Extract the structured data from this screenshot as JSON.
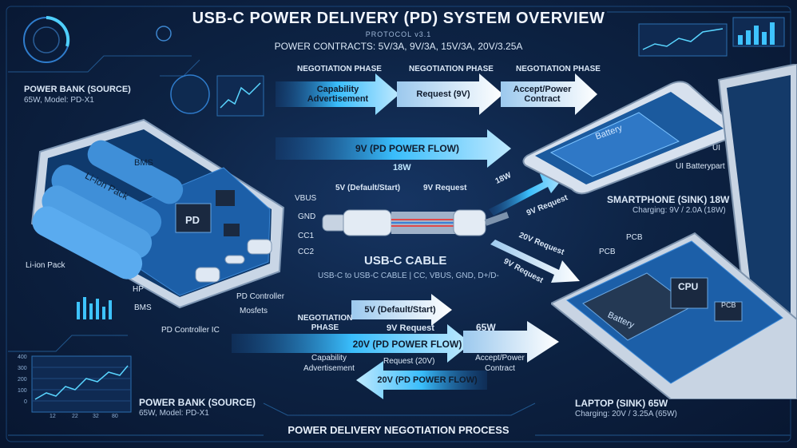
{
  "header": {
    "title": "USB-C POWER DELIVERY (PD) SYSTEM OVERVIEW",
    "protocol": "PROTOCOL v3.1",
    "contracts": "POWER CONTRACTS: 5V/3A, 9V/3A, 15V/3A, 20V/3.25A"
  },
  "phase_labels": {
    "phase1": "NEGOTIATION PHASE",
    "phase2": "NEGOTIATION PHASE",
    "phase3": "NEGOTIATION PHASE"
  },
  "top_flow": {
    "step1": "Capability Advertisement",
    "step2": "Request (9V)",
    "step3": "Accept/Power Contract",
    "power_flow": "9V (PD POWER FLOW)",
    "power_watts": "18W"
  },
  "power_bank": {
    "title": "POWER BANK (SOURCE)",
    "subtitle": "65W, Model: PD-X1",
    "bottom_title": "POWER BANK (SOURCE)",
    "bottom_subtitle": "65W, Model: PD-X1",
    "cell_label_1": "BMS",
    "cell_label_2": "Li-ion Pack",
    "chip_label": "PD",
    "label_li_ion": "Li-ion Pack",
    "label_bms": "BMS",
    "label_pd_controller": "PD Controller",
    "label_mosfets": "Mosfets",
    "label_pd_controller_ic": "PD Controller IC",
    "label_hp": "HP"
  },
  "pins": {
    "vbus": "VBUS",
    "gnd": "GND",
    "cc1": "CC1",
    "cc2": "CC2"
  },
  "cable": {
    "default_start": "5V (Default/Start)",
    "request": "9V Request",
    "title": "USB-C CABLE",
    "subtitle": "USB-C to USB-C CABLE | CC, VBUS, GND, D+/D-"
  },
  "smartphone": {
    "title": "SMARTPHONE (SINK) 18W",
    "subtitle": "Charging: 9V / 2.0A (18W)",
    "screen_label": "Battery",
    "label_ui": "UI",
    "label_ui_battery": "UI Batterypart",
    "arrow_watts": "18W",
    "arrow_request": "9V Request"
  },
  "laptop": {
    "title": "LAPTOP (SINK) 65W",
    "subtitle": "Charging: 20V / 3.25A (65W)",
    "battery": "Battery",
    "cpu": "CPU",
    "pcb_chip": "PCB",
    "label_pcb1": "PCB",
    "label_pcb2": "PCB",
    "arrow_20v_request": "20V Request",
    "arrow_9v_request": "9V Request"
  },
  "bottom_flow": {
    "default_start": "5V (Default/Start)",
    "negotiation_phase": "NEGOTIATION PHASE",
    "request_9v": "9V Request",
    "watts": "65W",
    "power_flow_20v": "20V (PD POWER FLOW)",
    "capability": "Capability Advertisement",
    "request_20v": "Request (20V)",
    "accept": "Accept/Power Contract",
    "return_flow": "20V (PD POWER FLOW)"
  },
  "mini_chart": {
    "y_ticks": [
      "400",
      "300",
      "200",
      "100",
      "0"
    ],
    "x_ticks": [
      "12",
      "22",
      "32",
      "80"
    ]
  },
  "footer": {
    "title": "POWER DELIVERY NEGOTIATION PROCESS"
  },
  "colors": {
    "background": "#0d2344",
    "accent_cyan": "#33c6ff",
    "arrow_white": "#eef6ff",
    "board_blue": "#1c5fa8"
  }
}
